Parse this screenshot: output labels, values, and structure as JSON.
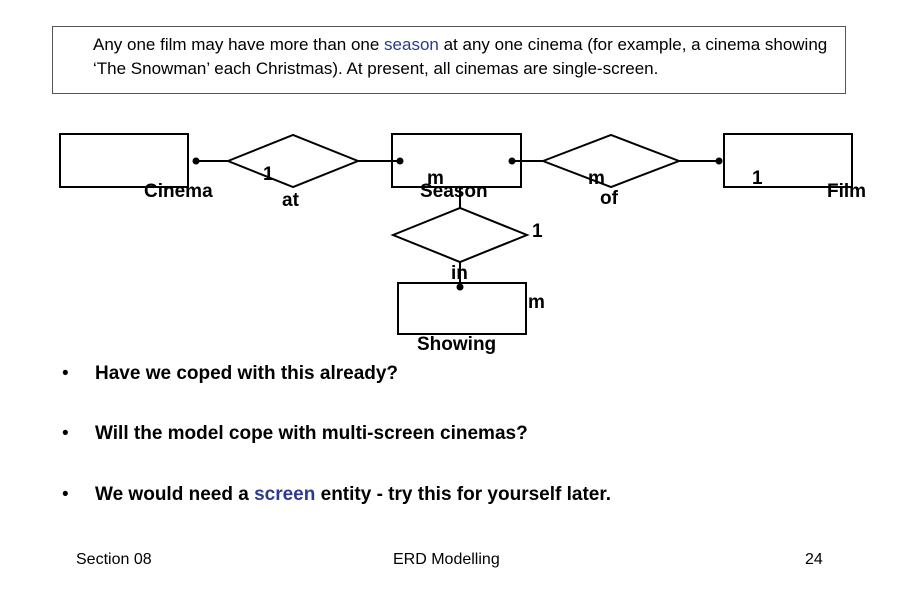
{
  "intro": {
    "part1": "Any one film may have more than one ",
    "highlight": "season",
    "part2": " at any one cinema (for example, a cinema showing ‘The Snowman’ each Christmas). At present, all cinemas are single-screen."
  },
  "diagram": {
    "entities": {
      "cinema": "Cinema",
      "season": "Season",
      "film": "Film",
      "showing": "Showing"
    },
    "relationships": {
      "at": "at",
      "of": "of",
      "in": "in"
    },
    "cardinalities": {
      "cinema_at": "1",
      "season_at": "m",
      "season_of": "m",
      "film_of": "1",
      "season_in": "1",
      "showing_in": "m"
    }
  },
  "bullets": [
    {
      "dot": "•",
      "text": "Have we coped with this already?"
    },
    {
      "dot": "•",
      "text": "Will the model cope with multi-screen cinemas?"
    },
    {
      "dot": "•",
      "part1": "We would need a ",
      "highlight": "screen",
      "part2": " entity - try this for yourself later."
    }
  ],
  "footer": {
    "left": "Section 08",
    "center": "ERD Modelling",
    "right": "24"
  },
  "colors": {
    "highlight": "#2e3a8c"
  }
}
